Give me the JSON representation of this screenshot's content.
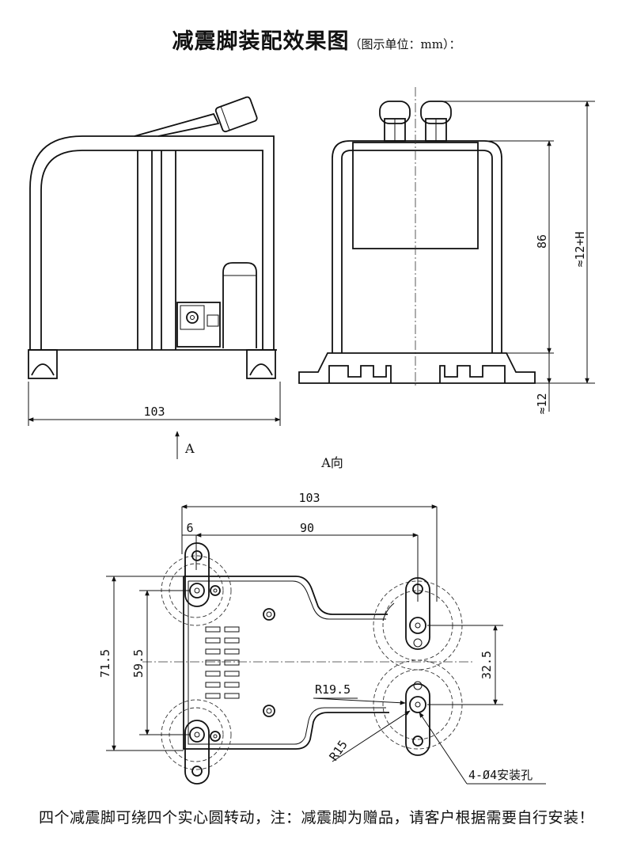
{
  "title": {
    "main": "减震脚装配效果图",
    "sub": "（图示单位：mm）："
  },
  "dimensions": {
    "front_width": "103",
    "side_height": "86",
    "side_total": "≈12+H",
    "side_gap": "≈12",
    "bottom_width": "103",
    "bottom_edge": "6",
    "bottom_span": "90",
    "bottom_h_outer": "71.5",
    "bottom_h_inner": "59.5",
    "bottom_h_right": "32.5",
    "radius_large": "R19.5",
    "radius_small": "R15",
    "holes": "4-Ø4安装孔"
  },
  "view_labels": {
    "arrow_a": "A",
    "view_a": "A向"
  },
  "footer": "四个减震脚可绕四个实心圆转动，注：减震脚为赠品，请客户根据需要自行安装！"
}
